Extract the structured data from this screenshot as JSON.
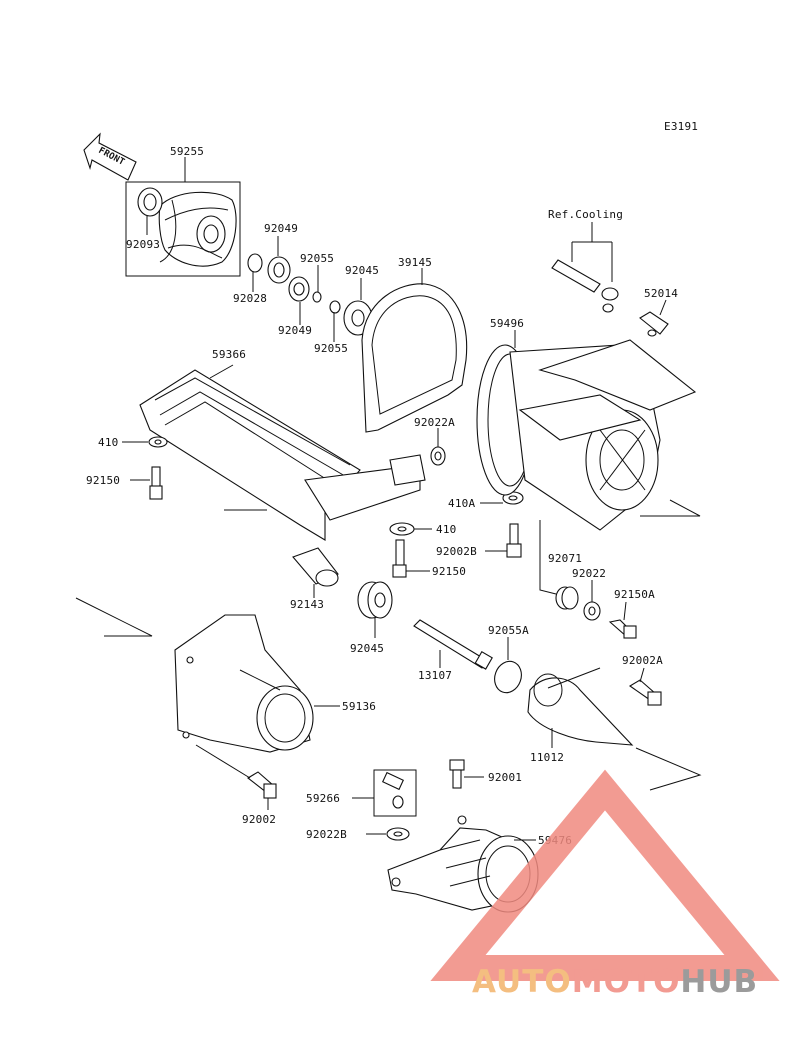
{
  "diagram_code": "E3191",
  "front_label": "FRONT",
  "ref_text": "Ref.Cooling",
  "brand": {
    "prefix": "AUTO",
    "middle": "MOTO",
    "suffix": "HUB",
    "colors": {
      "logo": "#f08a80",
      "auto": "#f3b36a",
      "moto": "#f08a80",
      "hub": "#8a8a8a"
    }
  },
  "parts": [
    "59255",
    "92093",
    "92049",
    "92055",
    "92045",
    "92028",
    "92049b",
    "92055b",
    "39145",
    "59366",
    "410",
    "92150",
    "92143",
    "92045b",
    "410b",
    "92002B",
    "92150b",
    "92022A",
    "410A",
    "59496",
    "52014",
    "92071",
    "92022",
    "92150A",
    "92055A",
    "13107",
    "92002A",
    "11012",
    "59136",
    "92002",
    "92001",
    "59266",
    "92022B",
    "59476"
  ],
  "labels": {
    "p59255": "59255",
    "p92093": "92093",
    "p92049a": "92049",
    "p92055a": "92055",
    "p92045a": "92045",
    "p92028": "92028",
    "p92049b": "92049",
    "p92055b": "92055",
    "p39145": "39145",
    "p59366": "59366",
    "p410a": "410",
    "p92150a": "92150",
    "p92143": "92143",
    "p92045b": "92045",
    "p410b": "410",
    "p92002B": "92002B",
    "p92150b": "92150",
    "p92022A": "92022A",
    "p410A": "410A",
    "p59496": "59496",
    "p52014": "52014",
    "p92071": "92071",
    "p92022": "92022",
    "p92150A": "92150A",
    "p92055A": "92055A",
    "p13107": "13107",
    "p92002A": "92002A",
    "p11012": "11012",
    "p59136": "59136",
    "p92002": "92002",
    "p92001": "92001",
    "p59266": "59266",
    "p92022B": "92022B",
    "p59476": "59476"
  }
}
